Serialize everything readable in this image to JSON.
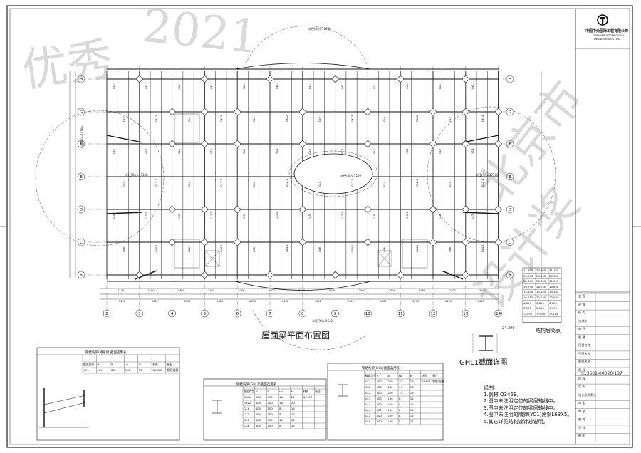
{
  "company": {
    "cn": "中国中元国际工程有限公司",
    "en_1": "CHINA IPPR INTERNATIONAL",
    "en_2": "ENGINEERING CO., LTD"
  },
  "drawing": {
    "plan_title": "屋面梁平面布置图",
    "section_title": "GHL1截面详图",
    "elev_table_title": "结构层高表",
    "section_top_elev": "24.300",
    "drawing_no": "S13501-00020-137"
  },
  "axes": {
    "numbers": [
      "2",
      "3",
      "4",
      "5",
      "6",
      "7",
      "8",
      "9",
      "10",
      "11",
      "12",
      "13",
      "14"
    ],
    "letters": [
      "H",
      "G",
      "F",
      "E",
      "D",
      "C",
      "B"
    ],
    "span_top": [
      "2100",
      "2100",
      "3400",
      "3400",
      "3400",
      "3400",
      "3400",
      "3400",
      "3400",
      "3400",
      "3400",
      "2100",
      "2100"
    ],
    "span_bottom": [
      "6400",
      "6400",
      "6400",
      "6400",
      "6400",
      "6400",
      "6400",
      "6400",
      "6400",
      "6400",
      "6400",
      "6400"
    ]
  },
  "annotations": {
    "radius_top": "半径(Rr)=12658",
    "radius_left": "半径(Rr)=14160",
    "radius_center": "半径(Rr)=17100",
    "radius_mid": "半径(Rr)=7150",
    "radius_bottom": "半径(Rr)=9642",
    "radius_right": "半径(Rr)=17100",
    "beam_labels": [
      "GL1",
      "GL2",
      "GL3",
      "GL4",
      "GL5",
      "GL6",
      "GKL1",
      "GKL2",
      "YT-1",
      "GL2.1",
      "GL3.1",
      "GL4.1"
    ]
  },
  "watermark": {
    "line1": "优秀",
    "line2": "2021",
    "line3": "北京市",
    "line4": "设计奖"
  },
  "elevation_table": {
    "rows": [
      [
        "31.300",
        "27.300",
        "31.180"
      ],
      [
        "24.300",
        "24.300",
        "24.180"
      ],
      [
        "20.050",
        "20.050",
        "19.930"
      ],
      [
        "16.750",
        "16.750",
        "16.630"
      ],
      [
        "13.450",
        "13.450",
        "13.330"
      ],
      [
        "10.150",
        "10.150",
        "10.030"
      ],
      [
        "6.850",
        "6.850",
        "6.730"
      ],
      [
        "3.550",
        "3.550",
        "3.430"
      ],
      [
        "-0.050",
        "-0.050",
        "-0.170"
      ]
    ]
  },
  "table1": {
    "title": "钢结构梁(箱形梁)截面选用表",
    "header": [
      "截面类型",
      "H",
      "B",
      "tw",
      "tf",
      "材质",
      "备注"
    ],
    "rows": [
      [
        "YT-1",
        "900",
        "600",
        "300",
        "16",
        "Q345B",
        "钢筋/混凝"
      ]
    ]
  },
  "table2": {
    "title": "钢结构梁(GHL1)截面选用表",
    "header": [
      "截面类型",
      "H",
      "B",
      "tw",
      "tf",
      "材质",
      "备注"
    ],
    "rows": [
      [
        "GKL1",
        "600",
        "300",
        "16",
        "25",
        "Q345B",
        ""
      ],
      [
        "GKL2",
        "600",
        "200",
        "10",
        "20",
        "",
        ""
      ],
      [
        "GL1",
        "400",
        "150",
        "8",
        "12",
        "",
        ""
      ],
      [
        "GL2",
        "400",
        "150",
        "8",
        "12",
        "",
        ""
      ],
      [
        "GL3",
        "600",
        "300",
        "10",
        "16",
        "",
        ""
      ],
      [
        "GL4",
        "400",
        "150",
        "8",
        "12",
        "",
        ""
      ]
    ]
  },
  "table3": {
    "title": "钢结构梁(GCL)截面选用表",
    "header": [
      "截面类型",
      "H",
      "B",
      "tw",
      "tf",
      "材质",
      "备注"
    ],
    "rows": [
      [
        "GL1",
        "500",
        "200",
        "10",
        "16",
        "Q345B",
        "钢筋/混凝"
      ],
      [
        "GL2",
        "800",
        "250",
        "10",
        "16",
        "",
        ""
      ],
      [
        "GL2.1",
        "600",
        "250",
        "10",
        "16",
        "",
        ""
      ],
      [
        "GL3",
        "300",
        "150",
        "8",
        "12",
        "",
        ""
      ],
      [
        "GL4",
        "400",
        "150",
        "8",
        "12",
        "",
        ""
      ],
      [
        "GL4.1",
        "400",
        "150",
        "8",
        "12",
        "",
        ""
      ],
      [
        "GL5",
        "400",
        "150",
        "8",
        "12",
        "",
        ""
      ],
      [
        "GL6",
        "400",
        "150",
        "8",
        "12",
        "",
        ""
      ]
    ]
  },
  "notes": {
    "title": "说明:",
    "items": [
      "1.钢材:Q345B。",
      "2.图中未注明定位的梁居轴线中。",
      "3.图中未注明定位的梁居轴线中。",
      "4.图中未注明的隅撑(YC1)角钢L63X5。",
      "5.其它详见结构设计总说明。"
    ]
  },
  "title_block": {
    "rows": [
      "会 签",
      "建 筑",
      "结 构",
      "给排水",
      "电 气",
      "暖 通",
      "项目名称",
      "子项名称",
      "图纸名称",
      "图 号",
      "阶 段",
      "比 例",
      "设计总负责人",
      "审 定",
      "审 核",
      "校 对",
      "设 计",
      "制 图"
    ]
  },
  "colors": {
    "line": "#222222",
    "watermark": "#888888"
  }
}
